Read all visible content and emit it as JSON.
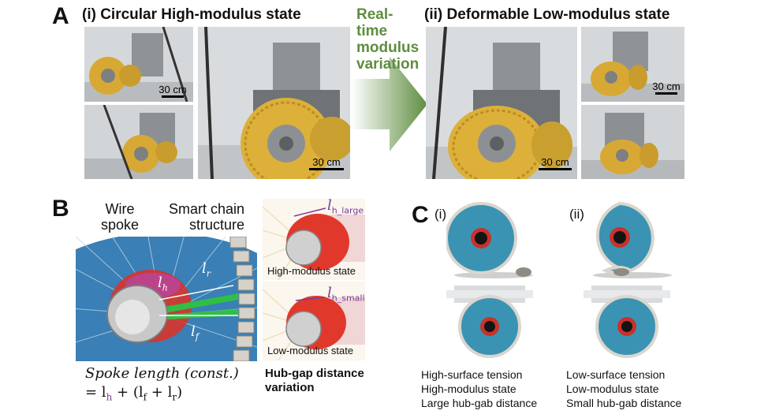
{
  "panelA": {
    "letter": "A",
    "state1_title": "(i) Circular High-modulus state",
    "state2_title": "(ii) Deformable Low-modulus state",
    "arrow_text": [
      "Real-",
      "time",
      "modulus",
      "variation"
    ],
    "scale1": "30 cm",
    "scale2": "30 cm",
    "scale3": "30 cm",
    "scale4": "30 cm"
  },
  "panelB": {
    "letter": "B",
    "wire_spoke": [
      "Wire",
      "spoke"
    ],
    "smart_chain": [
      "Smart chain",
      "structure"
    ],
    "lh": "l",
    "lh_sub": "h",
    "lr": "l",
    "lr_sub": "r",
    "lf": "l",
    "lf_sub": "f",
    "formula_line1": "Spoke length (const.)",
    "formula_line2": "= l",
    "formula_sub_h": "h",
    "formula_rest": " + (l",
    "formula_sub_f": "f",
    "formula_plus": " + l",
    "formula_sub_r": "r",
    "formula_close": ")",
    "lh_large": "h_large",
    "lh_small": "h_small",
    "high_state": "High-modulus state",
    "low_state": "Low-modulus state",
    "hubgap": [
      "Hub-gap distance",
      "variation"
    ]
  },
  "panelC": {
    "letter": "C",
    "i": "(i)",
    "ii": "(ii)",
    "left_caption": [
      "High-surface tension",
      "High-modulus state",
      "Large hub-gab distance"
    ],
    "right_caption": [
      "Low-surface tension",
      "Low-modulus state",
      "Small hub-gab distance"
    ]
  },
  "colors": {
    "arrow_green": "#5e8d3f",
    "wheel_yellow": "#e0b43a",
    "spoke_blue": "#2f7fb8",
    "hub_red": "#d8342a",
    "purple": "#7a3b9a",
    "green_line": "#2fbf45"
  }
}
